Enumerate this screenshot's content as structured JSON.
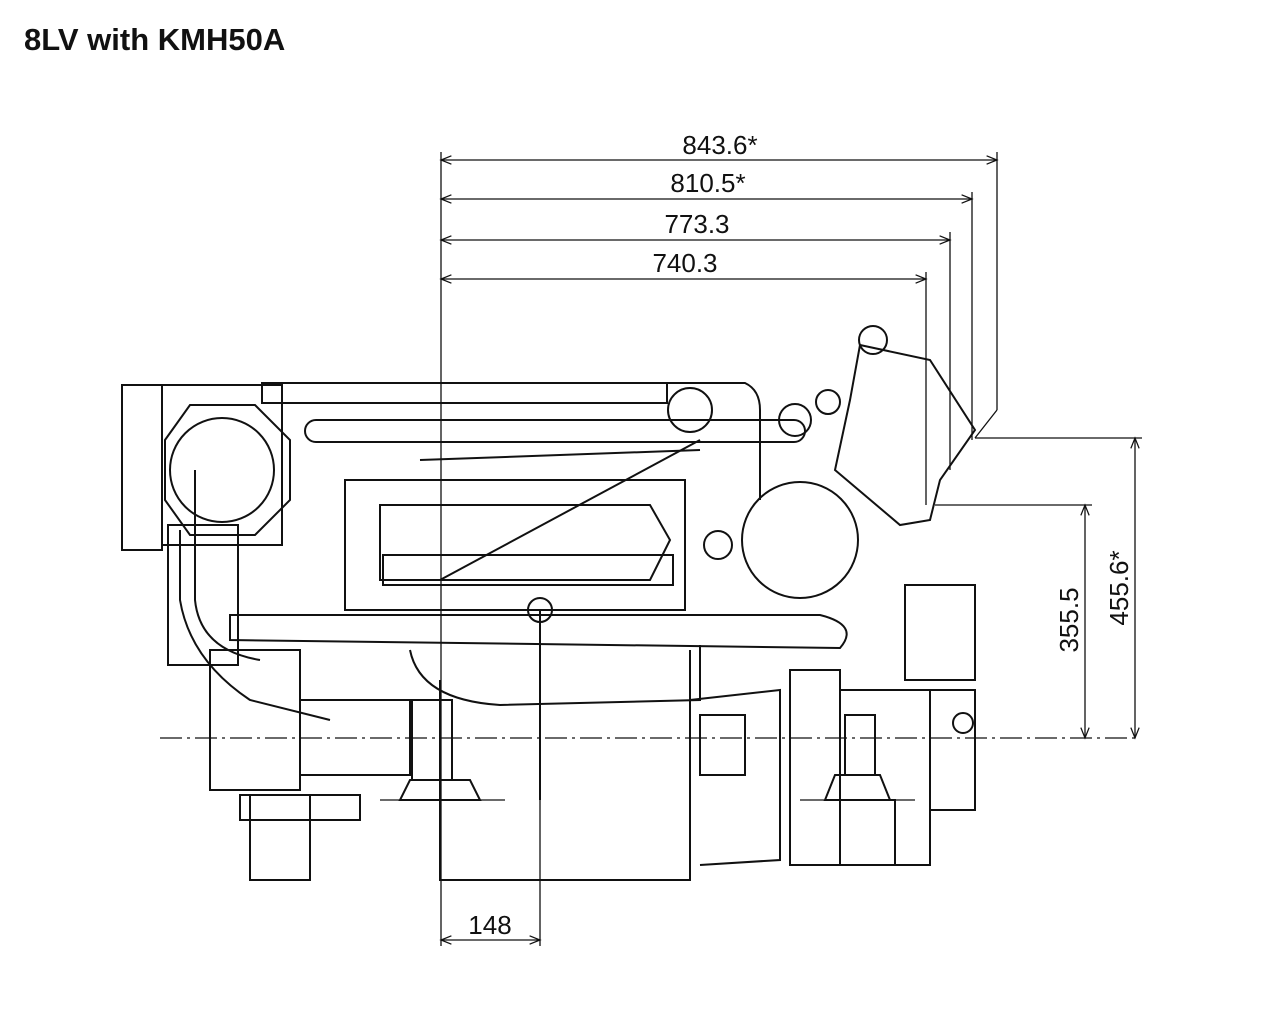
{
  "title": "8LV with KMH50A",
  "dimensions": {
    "overall_length_max": "843.6*",
    "overall_length_2": "810.5*",
    "overall_length_3": "773.3",
    "overall_length_4": "740.3",
    "height_upper": "355.5",
    "height_max": "455.6*",
    "front_offset": "148"
  }
}
